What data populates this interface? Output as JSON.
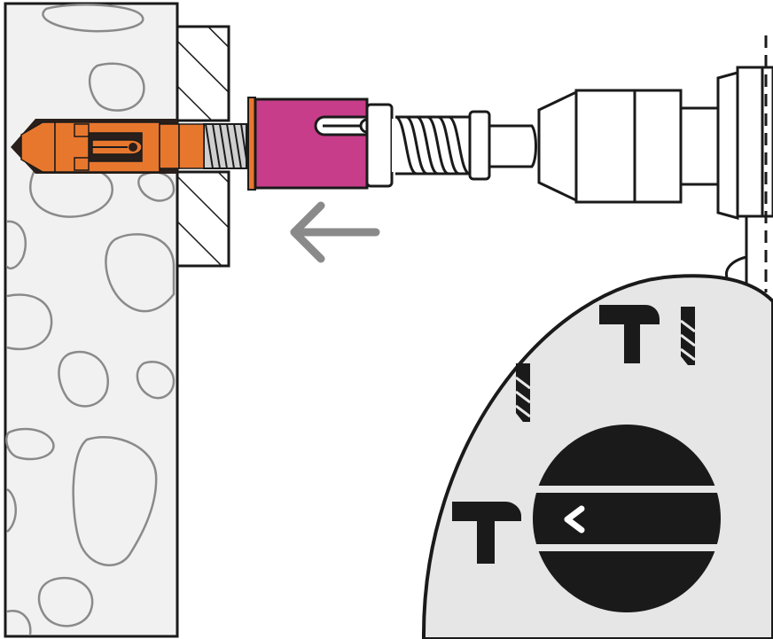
{
  "diagram": {
    "colors": {
      "outline": "#1a1a1a",
      "wall_fill": "#f1f1f1",
      "stone_outline": "#8a8a8a",
      "anchor_orange": "#e8772e",
      "anchor_dark": "#2a1f1a",
      "setting_tool_magenta": "#c83d8a",
      "arrow_gray": "#8a8a8a",
      "dial_fill": "#e6e6e6",
      "knob_fill": "#1a1a1a",
      "white": "#ffffff"
    },
    "elements": {
      "wall": "concrete-wall",
      "fixture": "fixture-plate",
      "anchor": "expansion-anchor",
      "setting_tool": "setting-tool",
      "spring": "spring",
      "drill_chuck": "drill-chuck",
      "direction_arrow": "arrow-left-icon",
      "mode_dial": "mode-selector-dial"
    },
    "dial_icons": [
      "hammer-drill-icon",
      "drill-bit-icon",
      "hammer-icon",
      "chevron-left-icon"
    ]
  }
}
